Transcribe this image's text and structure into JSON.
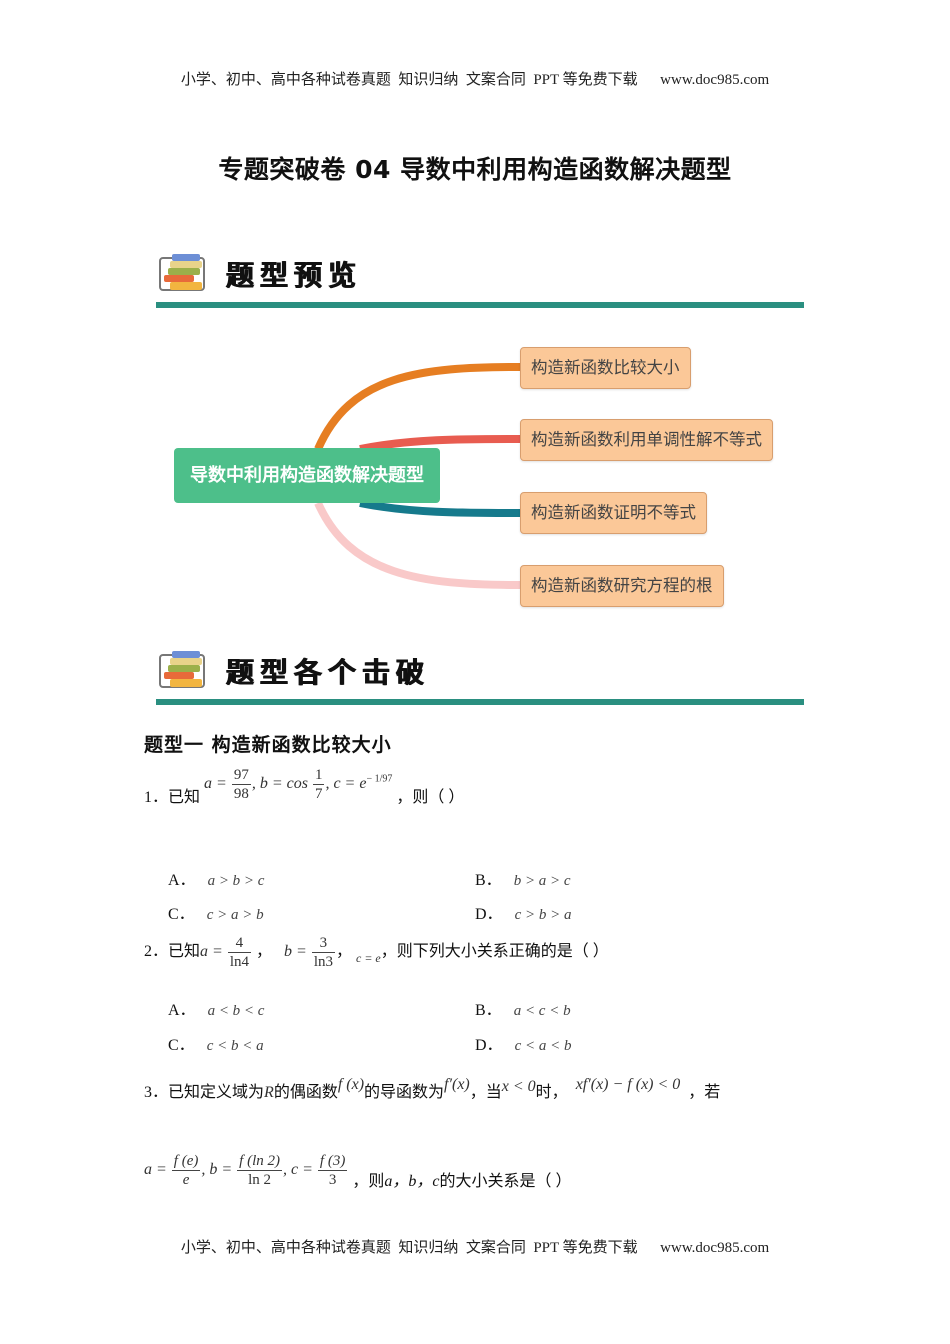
{
  "page_header": "小学、初中、高中各种试卷真题  知识归纳  文案合同  PPT 等免费下载      www.doc985.com",
  "page_footer": "小学、初中、高中各种试卷真题  知识归纳  文案合同  PPT 等免费下载      www.doc985.com",
  "document_title": "专题突破卷 04  导数中利用构造函数解决题型",
  "section_overview": {
    "title": "题型预览",
    "icon": "books-icon",
    "bar_color": "#2a8f80"
  },
  "mindmap": {
    "root": "导数中利用构造函数解决题型",
    "root_color": "#4dbf8a",
    "branches": [
      {
        "label": "构造新函数比较大小",
        "line_color": "#e67e22"
      },
      {
        "label": "构造新函数利用单调性解不等式",
        "line_color": "#e85c50"
      },
      {
        "label": "构造新函数证明不等式",
        "line_color": "#167a8c"
      },
      {
        "label": "构造新函数研究方程的根",
        "line_color": "#f9c9c9"
      }
    ],
    "leaf_fill": "#fbc898"
  },
  "section_breakdown": {
    "title": "题型各个击破",
    "icon": "books-icon"
  },
  "type_heading": "题型一  构造新函数比较大小",
  "questions": [
    {
      "number": "1．",
      "prefix": "已知",
      "a_eq": "a =",
      "a_num": "97",
      "a_den": "98",
      "b_eq": ", b = cos",
      "b_num": "1",
      "b_den": "7",
      "c_eq": ", c = e",
      "c_exp": "− 1/97",
      "suffix": "，则（     ）",
      "options": [
        {
          "letter": "A．",
          "expr": "a > b > c"
        },
        {
          "letter": "B．",
          "expr": "b > a > c"
        },
        {
          "letter": "C．",
          "expr": "c > a > b"
        },
        {
          "letter": "D．",
          "expr": "c > b > a"
        }
      ]
    },
    {
      "number": "2．",
      "prefix": "已知",
      "a_eq": "a =",
      "a_num": "4",
      "a_den": "ln4",
      "sep1": " ，",
      "b_eq": "b =",
      "b_num": "3",
      "b_den": "ln3",
      "sep2": "，",
      "c_eq": "c = e",
      "suffix": "，则下列大小关系正确的是（       ）",
      "options": [
        {
          "letter": "A．",
          "expr": "a < b < c"
        },
        {
          "letter": "B．",
          "expr": "a < c < b"
        },
        {
          "letter": "C．",
          "expr": "c < b < a"
        },
        {
          "letter": "D．",
          "expr": "c < a < b"
        }
      ]
    },
    {
      "number": "3．",
      "text1": "已知定义域为",
      "R": "R",
      "text2": "的偶函数",
      "fx": "f (x)",
      "text3": "的导函数为",
      "fpx": "f′(x)",
      "text4": "，当",
      "cond": "x < 0",
      "text5": "时，",
      "ineq": "xf′(x) − f (x) < 0",
      "text6": "，若",
      "a_eq": "a =",
      "a_num": "f (e)",
      "a_den": "e",
      "b_eq": ", b =",
      "b_num": "f (ln 2)",
      "b_den": "ln 2",
      "c_eq": ", c =",
      "c_num": "f (3)",
      "c_den": "3",
      "suffix_pre": "，则",
      "vars": "a，b，c",
      "suffix_post": "的大小关系是（     ）"
    }
  ]
}
